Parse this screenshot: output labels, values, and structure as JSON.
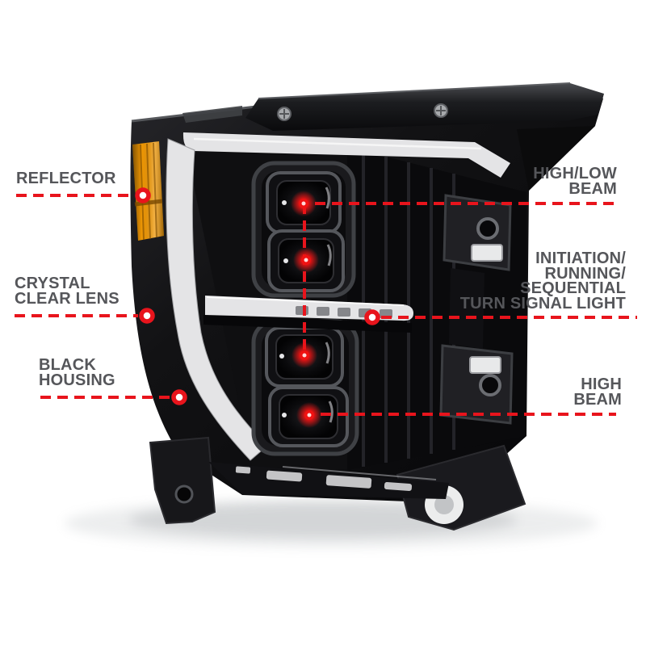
{
  "figure": {
    "alt": "Black housing LED projector headlight assembly shown in three-quarter front view with six annotated features"
  },
  "colors": {
    "background": "#ffffff",
    "label_text": "#55565a",
    "leader_line": "#e8141c",
    "marker_fill": "#ffffff",
    "glow_red": "#f01212",
    "amber_reflector": "#ef9704",
    "lens_strip": "#e4e4e6",
    "housing_black": "#0c0c0e"
  },
  "callouts": {
    "reflector": {
      "lines": [
        "REFLECTOR"
      ]
    },
    "crystal_clear_lens": {
      "lines": [
        "CRYSTAL",
        "CLEAR LENS"
      ]
    },
    "black_housing": {
      "lines": [
        "BLACK",
        "HOUSING"
      ]
    },
    "high_low_beam": {
      "lines": [
        "HIGH/LOW",
        "BEAM"
      ]
    },
    "turn_signal": {
      "lines": [
        "INITIATION/",
        "RUNNING/",
        "SEQUENTIAL",
        "TURN SIGNAL LIGHT"
      ]
    },
    "high_beam": {
      "lines": [
        "HIGH",
        "BEAM"
      ]
    }
  }
}
